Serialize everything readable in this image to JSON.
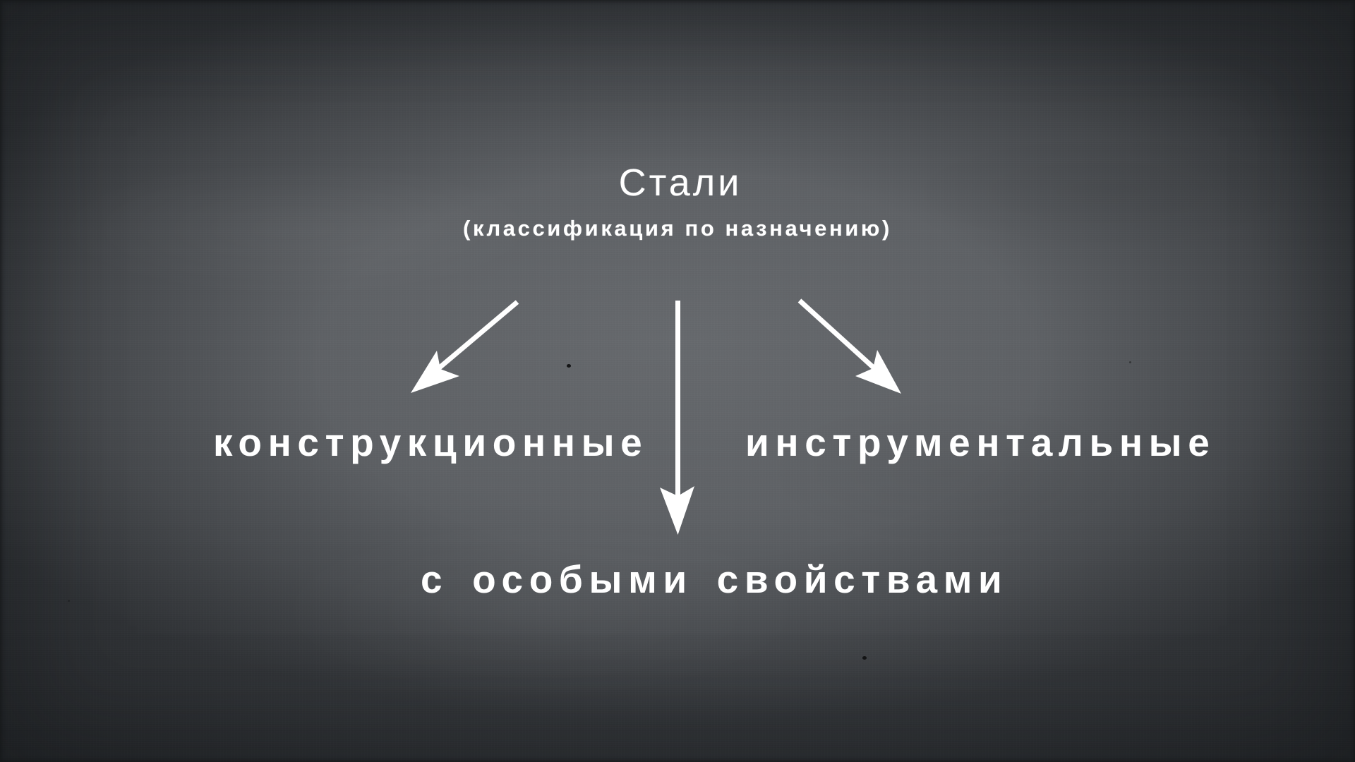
{
  "diagram": {
    "title": "Стали",
    "subtitle": "(классификация по назначению)",
    "children": [
      {
        "id": "structural",
        "label": "конструкционные",
        "direction": "down-left"
      },
      {
        "id": "special",
        "label": "с особыми свойствами",
        "direction": "down"
      },
      {
        "id": "tool",
        "label": "инструментальные",
        "direction": "down-right"
      }
    ],
    "edges": [
      {
        "from": "title",
        "to": "structural"
      },
      {
        "from": "title",
        "to": "special"
      },
      {
        "from": "title",
        "to": "tool"
      }
    ]
  },
  "colors": {
    "background_center": "#64676b",
    "background_edge": "#2e3134",
    "text": "#ffffff",
    "arrow": "#ffffff"
  }
}
